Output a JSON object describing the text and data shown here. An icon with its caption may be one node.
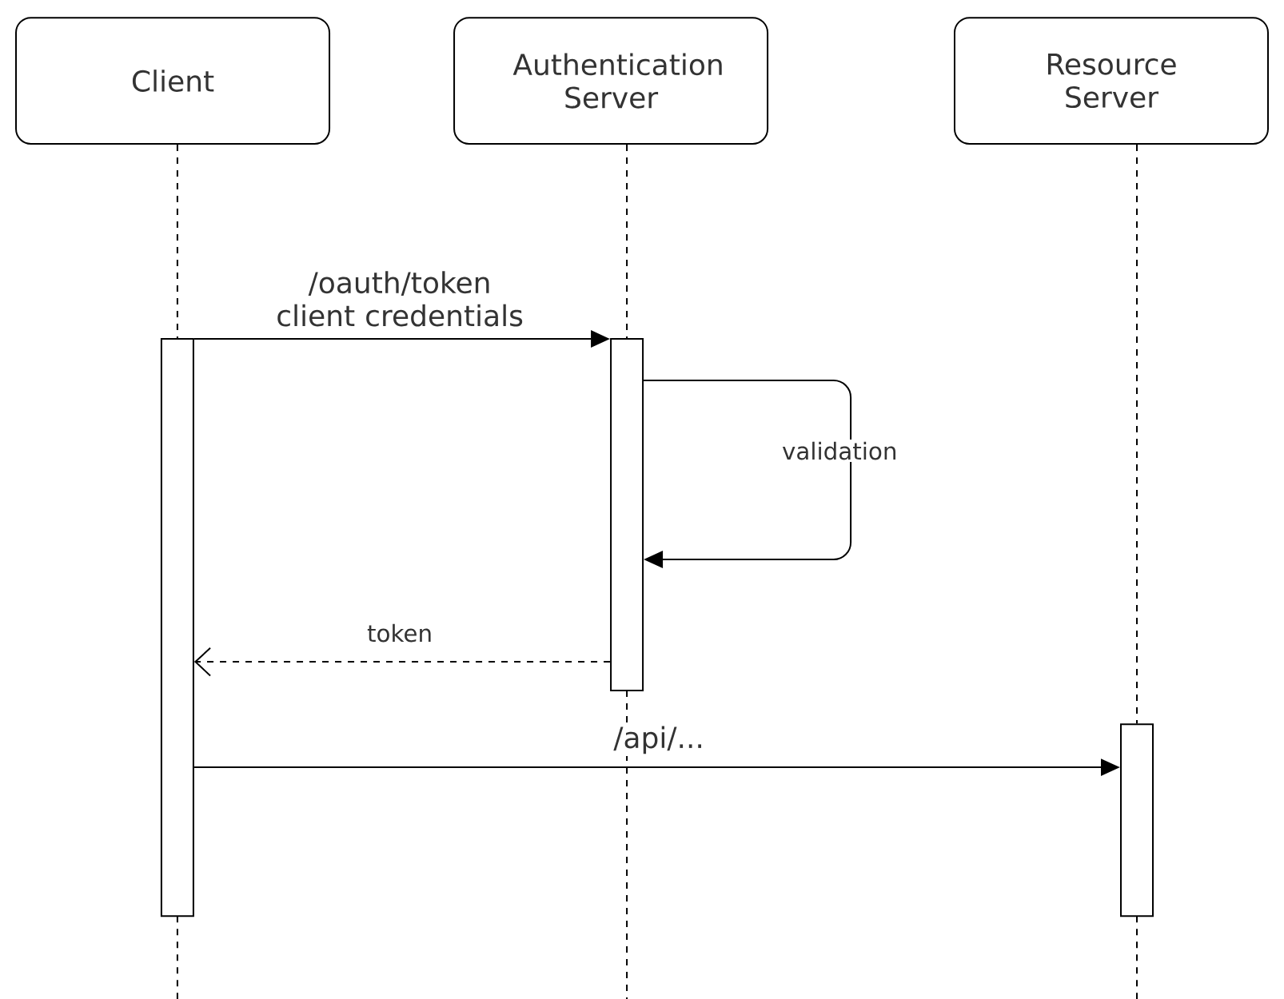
{
  "diagram": {
    "nodes": [
      {
        "text": [
          "Client"
        ]
      },
      {
        "text": [
          "Authentication Server"
        ]
      },
      {
        "text": [
          "Resource Server"
        ]
      },
      {
        "text": [],
        "shape": "bar"
      },
      {
        "text": [],
        "shape": "bar"
      },
      {
        "text": [],
        "shape": "bar"
      }
    ],
    "edges": [
      {
        "from": 0,
        "to": 3,
        "arrow": "none",
        "style": "dashed"
      },
      {
        "from": 1,
        "to": 4,
        "arrow": "none",
        "style": "dashed"
      },
      {
        "from": 2,
        "to": 5,
        "arrow": "none",
        "style": "dashed"
      },
      {
        "from": 3,
        "to": 4,
        "arrow": "to",
        "label": "/oauth/token client credentials"
      },
      {
        "from": 4,
        "to": 4,
        "arrow": "to",
        "label": "validation"
      },
      {
        "from": 4,
        "to": 3,
        "arrow": "to",
        "style": "dashed",
        "label": "token"
      },
      {
        "from": 3,
        "to": 5,
        "arrow": "to",
        "label": "/api/..."
      }
    ]
  }
}
